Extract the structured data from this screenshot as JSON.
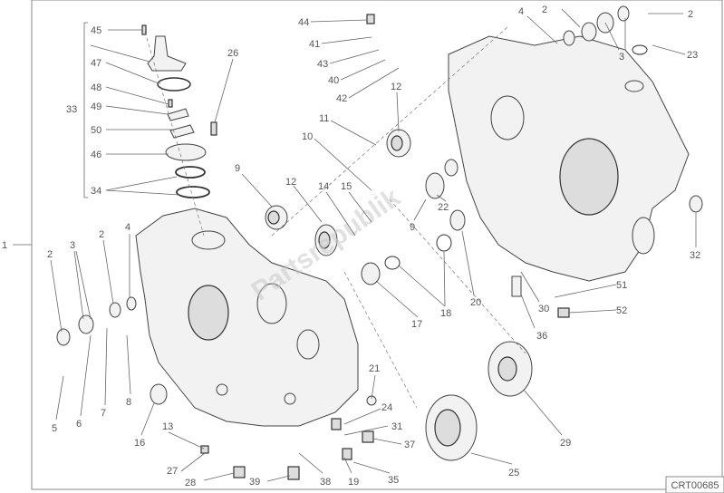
{
  "diagram": {
    "reference_code": "CRT00685",
    "watermark": "Partsrepublik",
    "callouts": [
      "45",
      "47",
      "48",
      "49",
      "50",
      "46",
      "34",
      "33",
      "26",
      "44",
      "41",
      "43",
      "40",
      "42",
      "11",
      "10",
      "9",
      "12",
      "14",
      "15",
      "12",
      "2",
      "2",
      "4",
      "3",
      "23",
      "22",
      "9",
      "20",
      "18",
      "17",
      "32",
      "51",
      "52",
      "30",
      "36",
      "29",
      "25",
      "21",
      "24",
      "31",
      "37",
      "35",
      "19",
      "38",
      "39",
      "28",
      "27",
      "13",
      "16",
      "8",
      "7",
      "6",
      "5",
      "2",
      "3",
      "2",
      "4",
      "1"
    ]
  }
}
